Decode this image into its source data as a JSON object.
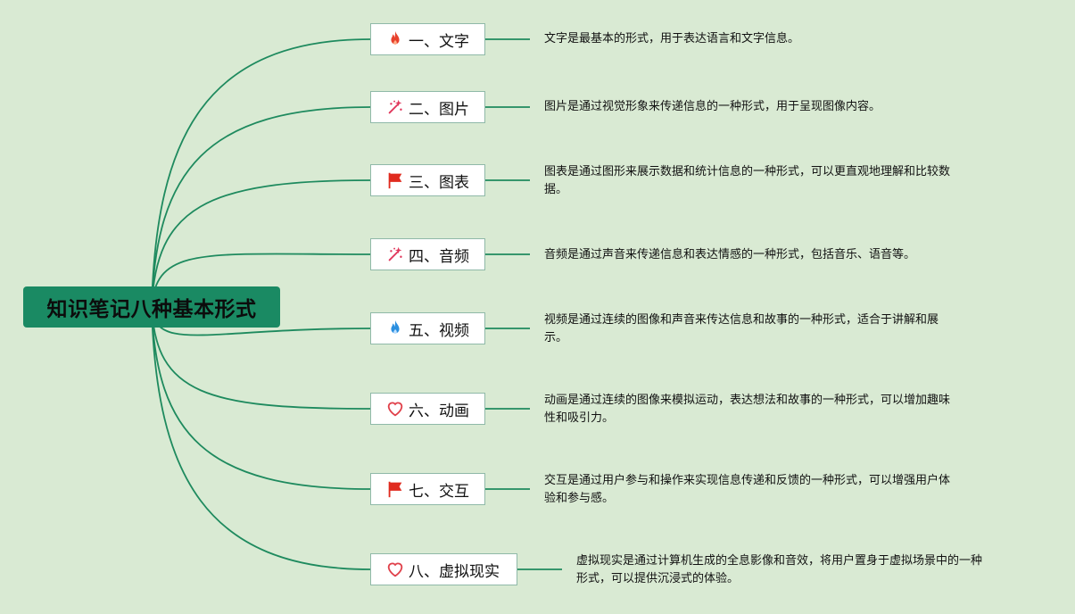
{
  "root": {
    "label": "知识笔记八种基本形式"
  },
  "branches": [
    {
      "label": "一、文字",
      "icon": "fire-icon",
      "desc": [
        "文字是最基本的形式，用于表达语言和文字信息。"
      ]
    },
    {
      "label": "二、图片",
      "icon": "sparkle-icon",
      "desc": [
        "图片是通过视觉形象来传递信息的一种形式，用于呈现图像内容。"
      ]
    },
    {
      "label": "三、图表",
      "icon": "flag-icon",
      "desc": [
        "图表是通过图形来展示数据和统计信息的一种形式，可以更直观地理解和比较数",
        "据。"
      ]
    },
    {
      "label": "四、音频",
      "icon": "sparkle-icon",
      "desc": [
        "音频是通过声音来传递信息和表达情感的一种形式，包括音乐、语音等。"
      ]
    },
    {
      "label": "五、视频",
      "icon": "blue-fire-icon",
      "desc": [
        "视频是通过连续的图像和声音来传达信息和故事的一种形式，适合于讲解和展",
        "示。"
      ]
    },
    {
      "label": "六、动画",
      "icon": "heart-icon",
      "desc": [
        "动画是通过连续的图像来模拟运动，表达想法和故事的一种形式，可以增加趣味",
        "性和吸引力。"
      ]
    },
    {
      "label": "七、交互",
      "icon": "flag-icon",
      "desc": [
        "交互是通过用户参与和操作来实现信息传递和反馈的一种形式，可以增强用户体",
        "验和参与感。"
      ]
    },
    {
      "label": "八、虚拟现实",
      "icon": "heart-icon",
      "desc": [
        "虚拟现实是通过计算机生成的全息影像和音效，将用户置身于虚拟场景中的一种",
        "形式，可以提供沉浸式的体验。"
      ]
    }
  ],
  "colors": {
    "background": "#d9ead3",
    "root_fill": "#1a8a63",
    "line": "#1e8a5e",
    "node_border": "#8fb9a8",
    "fire": "#e8412c",
    "sparkle": "#e0355a",
    "flag": "#e02b1f",
    "blue_fire": "#2a8fe0",
    "heart": "#e0404a"
  }
}
